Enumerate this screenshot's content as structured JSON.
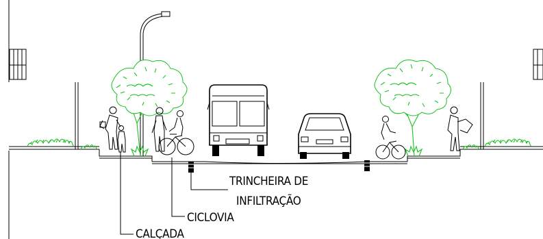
{
  "labels": {
    "trench_line1": "TRINCHEIRA DE",
    "trench_line2": "INFILTRAÇÃO",
    "bike_lane": "CICLOVIA",
    "sidewalk": "CALÇADA"
  },
  "colors": {
    "vegetation": "#19c21f",
    "lines": "#000000"
  }
}
